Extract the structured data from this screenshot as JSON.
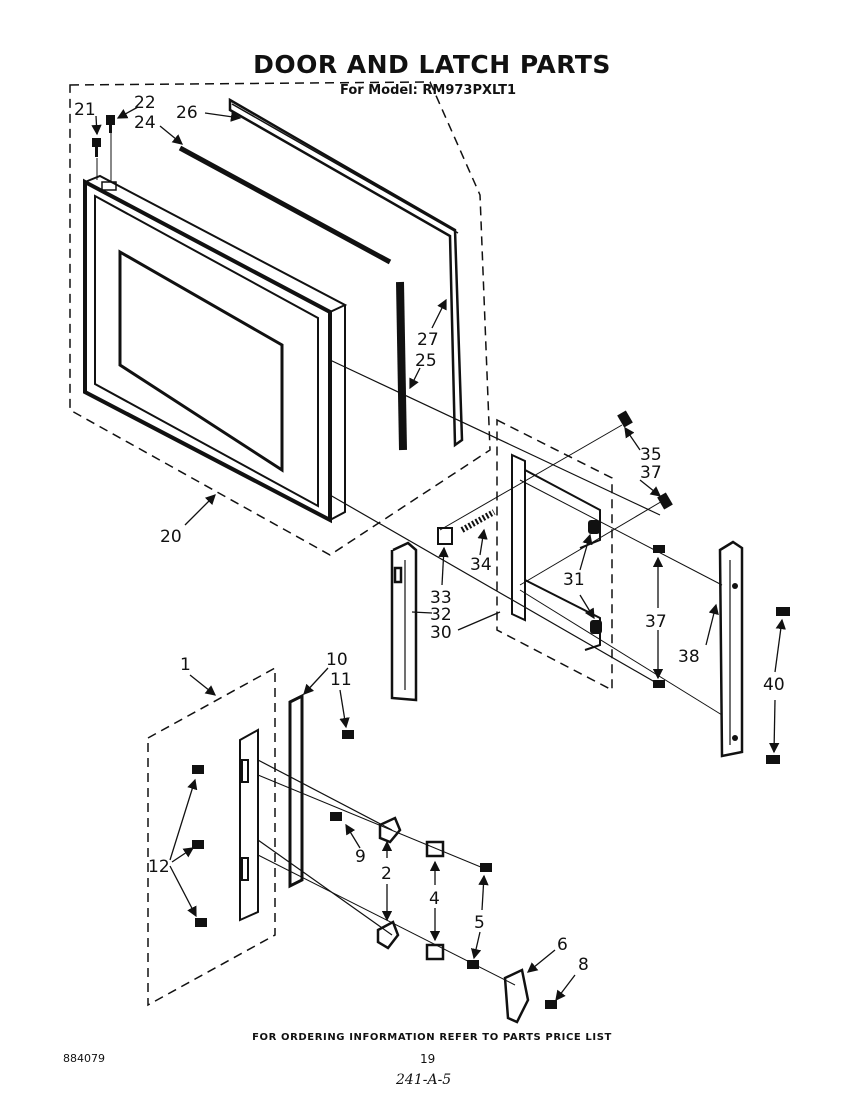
{
  "title": "DOOR AND LATCH PARTS",
  "subtitle": "For Model: RM973PXLT1",
  "footer": "FOR ORDERING INFORMATION REFER TO PARTS PRICE LIST",
  "code": "884079",
  "page_number": "19",
  "handwritten": "241-A-5",
  "callouts": {
    "p1": "1",
    "p2": "2",
    "p4": "4",
    "p5": "5",
    "p6": "6",
    "p8": "8",
    "p9": "9",
    "p10": "10",
    "p11": "11",
    "p12": "12",
    "p20": "20",
    "p21": "21",
    "p22": "22",
    "p24": "24",
    "p25": "25",
    "p26": "26",
    "p27": "27",
    "p30": "30",
    "p31": "31",
    "p32": "32",
    "p33": "33",
    "p34": "34",
    "p35": "35",
    "p37a": "37",
    "p37b": "37",
    "p38": "38",
    "p40": "40"
  }
}
